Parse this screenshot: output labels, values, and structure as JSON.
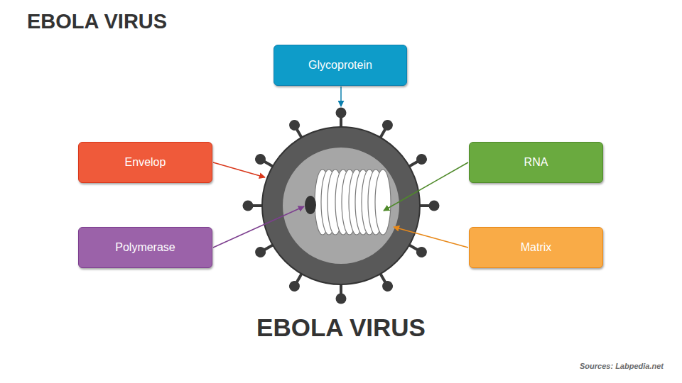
{
  "diagram": {
    "title": "EBOLA VIRUS",
    "caption": "EBOLA VIRUS",
    "nodes": [
      {
        "text": [
          "Glycoprotein"
        ]
      },
      {
        "text": [
          "Envelop"
        ]
      },
      {
        "text": [
          "RNA"
        ]
      },
      {
        "text": [
          "Polymerase"
        ]
      },
      {
        "text": [
          "Matrix"
        ]
      }
    ],
    "labels": [
      "Sources: Labpedia.net"
    ]
  }
}
